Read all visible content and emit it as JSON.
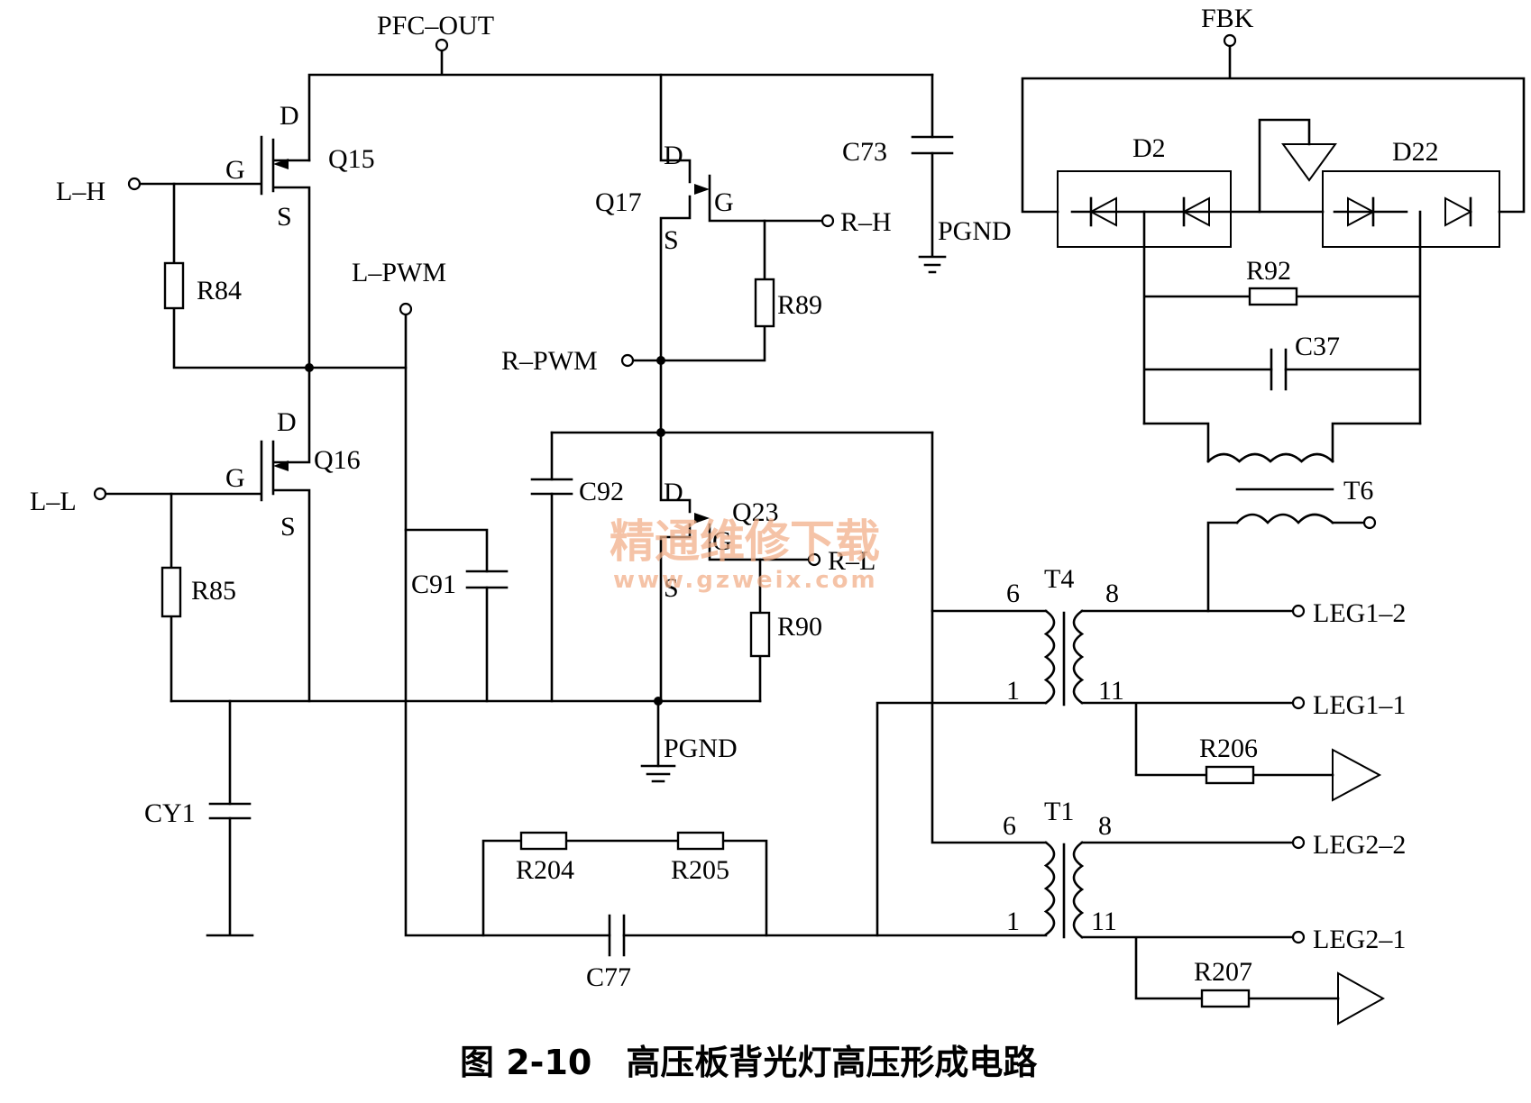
{
  "nets": {
    "pfc_out": "PFC–OUT",
    "fbk": "FBK",
    "l_h": "L–H",
    "l_l": "L–L",
    "r_h": "R–H",
    "r_l": "R–L",
    "l_pwm": "L–PWM",
    "r_pwm": "R–PWM",
    "pgnd_top": "PGND",
    "pgnd_mid": "PGND",
    "leg1_2": "LEG1–2",
    "leg1_1": "LEG1–1",
    "leg2_2": "LEG2–2",
    "leg2_1": "LEG2–1"
  },
  "components": {
    "q15": "Q15",
    "q16": "Q16",
    "q17": "Q17",
    "q23": "Q23",
    "r84": "R84",
    "r85": "R85",
    "r89": "R89",
    "r90": "R90",
    "r92": "R92",
    "r204": "R204",
    "r205": "R205",
    "r206": "R206",
    "r207": "R207",
    "c73": "C73",
    "c91": "C91",
    "c92": "C92",
    "c37": "C37",
    "c77": "C77",
    "cy1": "CY1",
    "d2": "D2",
    "d22": "D22",
    "t6": "T6",
    "t4": "T4",
    "t1": "T1"
  },
  "pins": {
    "d": "D",
    "g": "G",
    "s": "S",
    "p6": "6",
    "p1": "1",
    "p8": "8",
    "p11": "11"
  },
  "watermark": {
    "line1": "精通维修下载",
    "line2": "www.gzweix.com"
  },
  "caption": "图 2-10　高压板背光灯高压形成电路"
}
